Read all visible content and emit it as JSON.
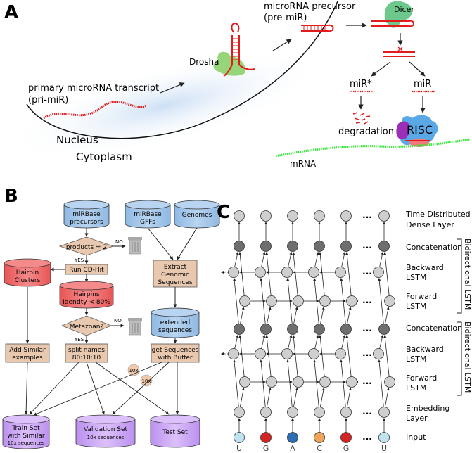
{
  "panel_a": {
    "label": "A",
    "precursor_label_1": "microRNA precursor",
    "precursor_label_2": "(pre-miR)",
    "dicer": "Dicer",
    "drosha": "Drosha",
    "primary_label_1": "primary microRNA transcript",
    "primary_label_2": "(pri-miR)",
    "mir_star": "miR*",
    "mir": "miR",
    "degradation": "degradation",
    "risc": "RISC",
    "nucleus": "Nucleus",
    "cytoplasm": "Cytoplasm",
    "mrna": "mRNA"
  },
  "panel_b": {
    "label": "B",
    "mirbase_precursors": [
      "miRBase",
      "precursors"
    ],
    "mirbase_gffs": [
      "miRBase",
      "GFFs"
    ],
    "genomes": "Genomes",
    "products_decision": "products = 2",
    "no_1": "NO",
    "yes_1": "YES",
    "run_cdhit": "Run CD-Hit",
    "hairpin_clusters": [
      "Hairpin",
      "Clusters"
    ],
    "hairpins_identity": [
      "Hairpins",
      "Identity < 80%"
    ],
    "extract_genomic": [
      "Extract",
      "Genomic",
      "Sequences"
    ],
    "metazoan_decision": "Metazoan?",
    "no_2": "NO",
    "yes_2": "YES",
    "extended_sequences": [
      "extended",
      "sequences"
    ],
    "add_similar": [
      "Add Similar",
      "examples"
    ],
    "split_names": [
      "split names",
      "80:10:10"
    ],
    "get_sequences": [
      "get Sequences",
      "with Buffer"
    ],
    "tenx_a": "10x",
    "tenx_b": "10x",
    "train_set": [
      "Train Set",
      "with Similar",
      "10x sequences"
    ],
    "validation_set": [
      "Validation Set",
      "10x sequences"
    ],
    "test_set": "Test Set"
  },
  "panel_c": {
    "label": "C",
    "layers": [
      "Time Distributed",
      "Dense Layer",
      "Concatenation",
      "Backward",
      "LSTM",
      "Forward",
      "LSTM",
      "Concatenation",
      "Backward",
      "LSTM",
      "Forward",
      "LSTM",
      "Embedding",
      "Layer",
      "Input"
    ],
    "bidirectional": "Bidirectional LSTM",
    "ellipsis": "...",
    "input_letters": [
      "U",
      "G",
      "A",
      "C",
      "G",
      "U"
    ]
  },
  "colors": {
    "rna_red": "#e01c1c",
    "drosha_green": "#8bd06a",
    "dicer_green": "#6dc88c",
    "risc_blue": "#5aa9e6",
    "risc_purple": "#9b2fb8",
    "mrna_green": "#33e633",
    "db_blue": "#9cc2e8",
    "db_red": "#ee6a6a",
    "db_purple": "#c9a2f2",
    "process_tan": "#e8c8ae",
    "node_light": "#cfcfcf",
    "node_dark": "#6e6e6e",
    "input_colors": [
      "#bfe3ef",
      "#d32424",
      "#2f6db3",
      "#f0a35a",
      "#d32424",
      "#bfe3ef"
    ]
  }
}
